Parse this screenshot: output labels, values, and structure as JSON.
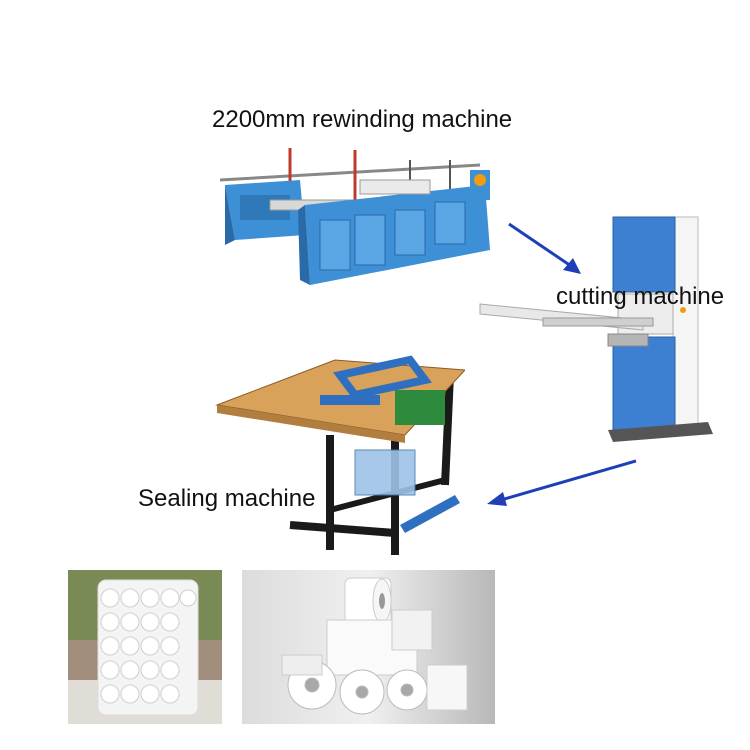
{
  "labels": {
    "rewinding": "2200mm rewinding machine",
    "cutting": "cutting machine",
    "sealing": "Sealing machine"
  },
  "colors": {
    "arrow": "#1f3fb8",
    "machine_blue": "#3d8fd6",
    "frame_black": "#1a1a1a",
    "table_wood": "#d9a25a"
  },
  "icons": {
    "arrow1": "arrow-down-right-icon",
    "arrow2": "arrow-down-left-icon"
  }
}
